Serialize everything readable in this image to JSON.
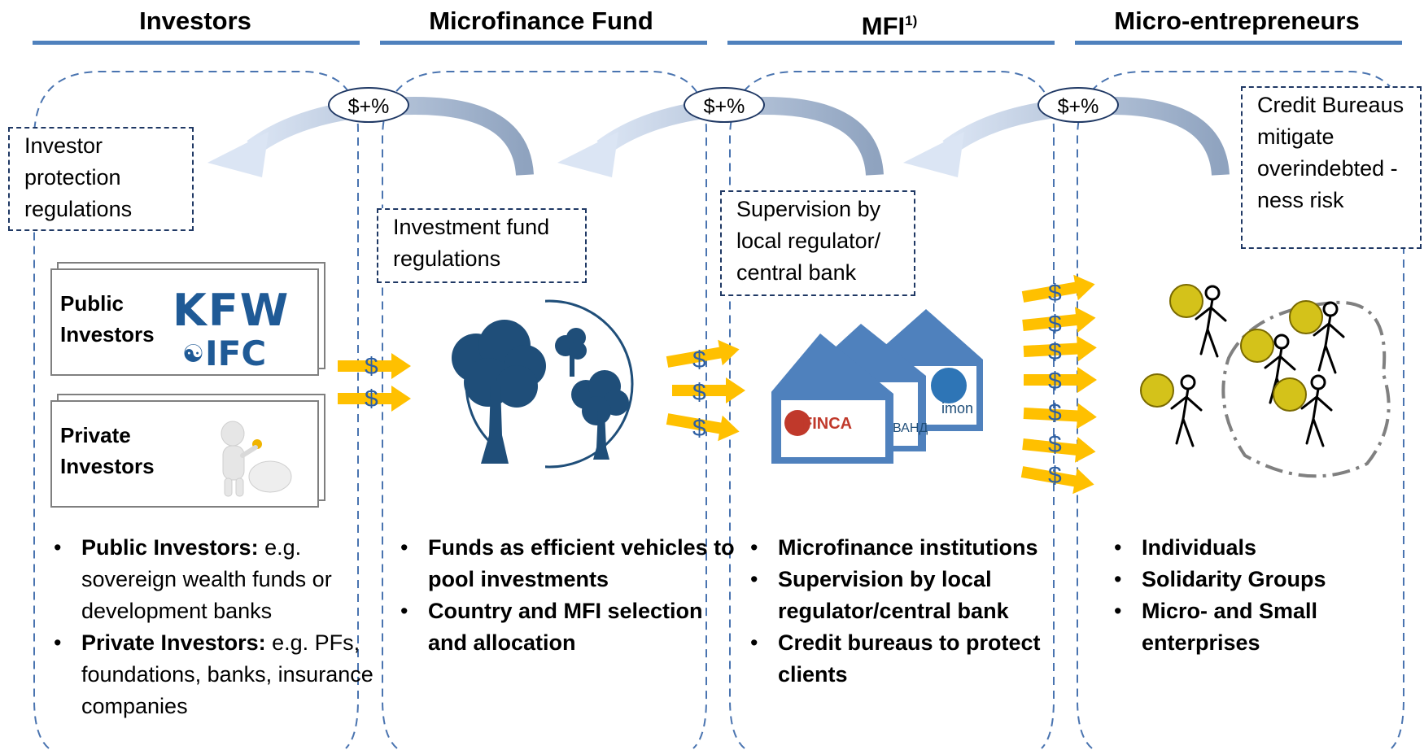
{
  "headers": [
    {
      "label": "Investors"
    },
    {
      "label": "Microfinance Fund"
    },
    {
      "label": "MFI",
      "sup": "1)"
    },
    {
      "label": "Micro-entrepreneurs"
    }
  ],
  "flow_label": "$+%",
  "money_symbol": "$",
  "regulation_boxes": {
    "investor": "Investor protection regulations",
    "fund": "Investment fund regulations",
    "mfi": "Supervision by local regulator/ central bank",
    "credit": "Credit Bureaus mitigate overindebted -ness risk"
  },
  "investor_cards": {
    "public": {
      "label": "Public Investors",
      "logo1": "KFW",
      "logo2": "IFC"
    },
    "private": {
      "label": "Private Investors"
    }
  },
  "mfi_logos": {
    "finca": "FINCA",
    "vand": "ВАНД",
    "imon": "imon"
  },
  "bullets": {
    "investors": [
      {
        "bold": "Public Investors:",
        "text": " e.g. sovereign wealth funds or development banks"
      },
      {
        "bold": "Private Investors:",
        "text": " e.g. PFs, foundations, banks, insurance companies"
      }
    ],
    "fund": [
      {
        "bold": "Funds as efficient vehicles to pool investments",
        "text": ""
      },
      {
        "bold": "Country and MFI selection and allocation",
        "text": ""
      }
    ],
    "mfi": [
      {
        "bold": "Microfinance institutions",
        "text": ""
      },
      {
        "bold": "Supervision by local regulator/central bank",
        "text": ""
      },
      {
        "bold": "Credit bureaus to protect clients",
        "text": ""
      }
    ],
    "micro": [
      {
        "bold": "Individuals",
        "text": ""
      },
      {
        "bold": "Solidarity Groups",
        "text": ""
      },
      {
        "bold": "Micro- and Small enterprises",
        "text": ""
      }
    ]
  },
  "colors": {
    "accent_blue": "#4f81bd",
    "dark_blue": "#1f4e79",
    "arrow_yellow": "#ffc000",
    "coin_yellow": "#d4c21a"
  }
}
